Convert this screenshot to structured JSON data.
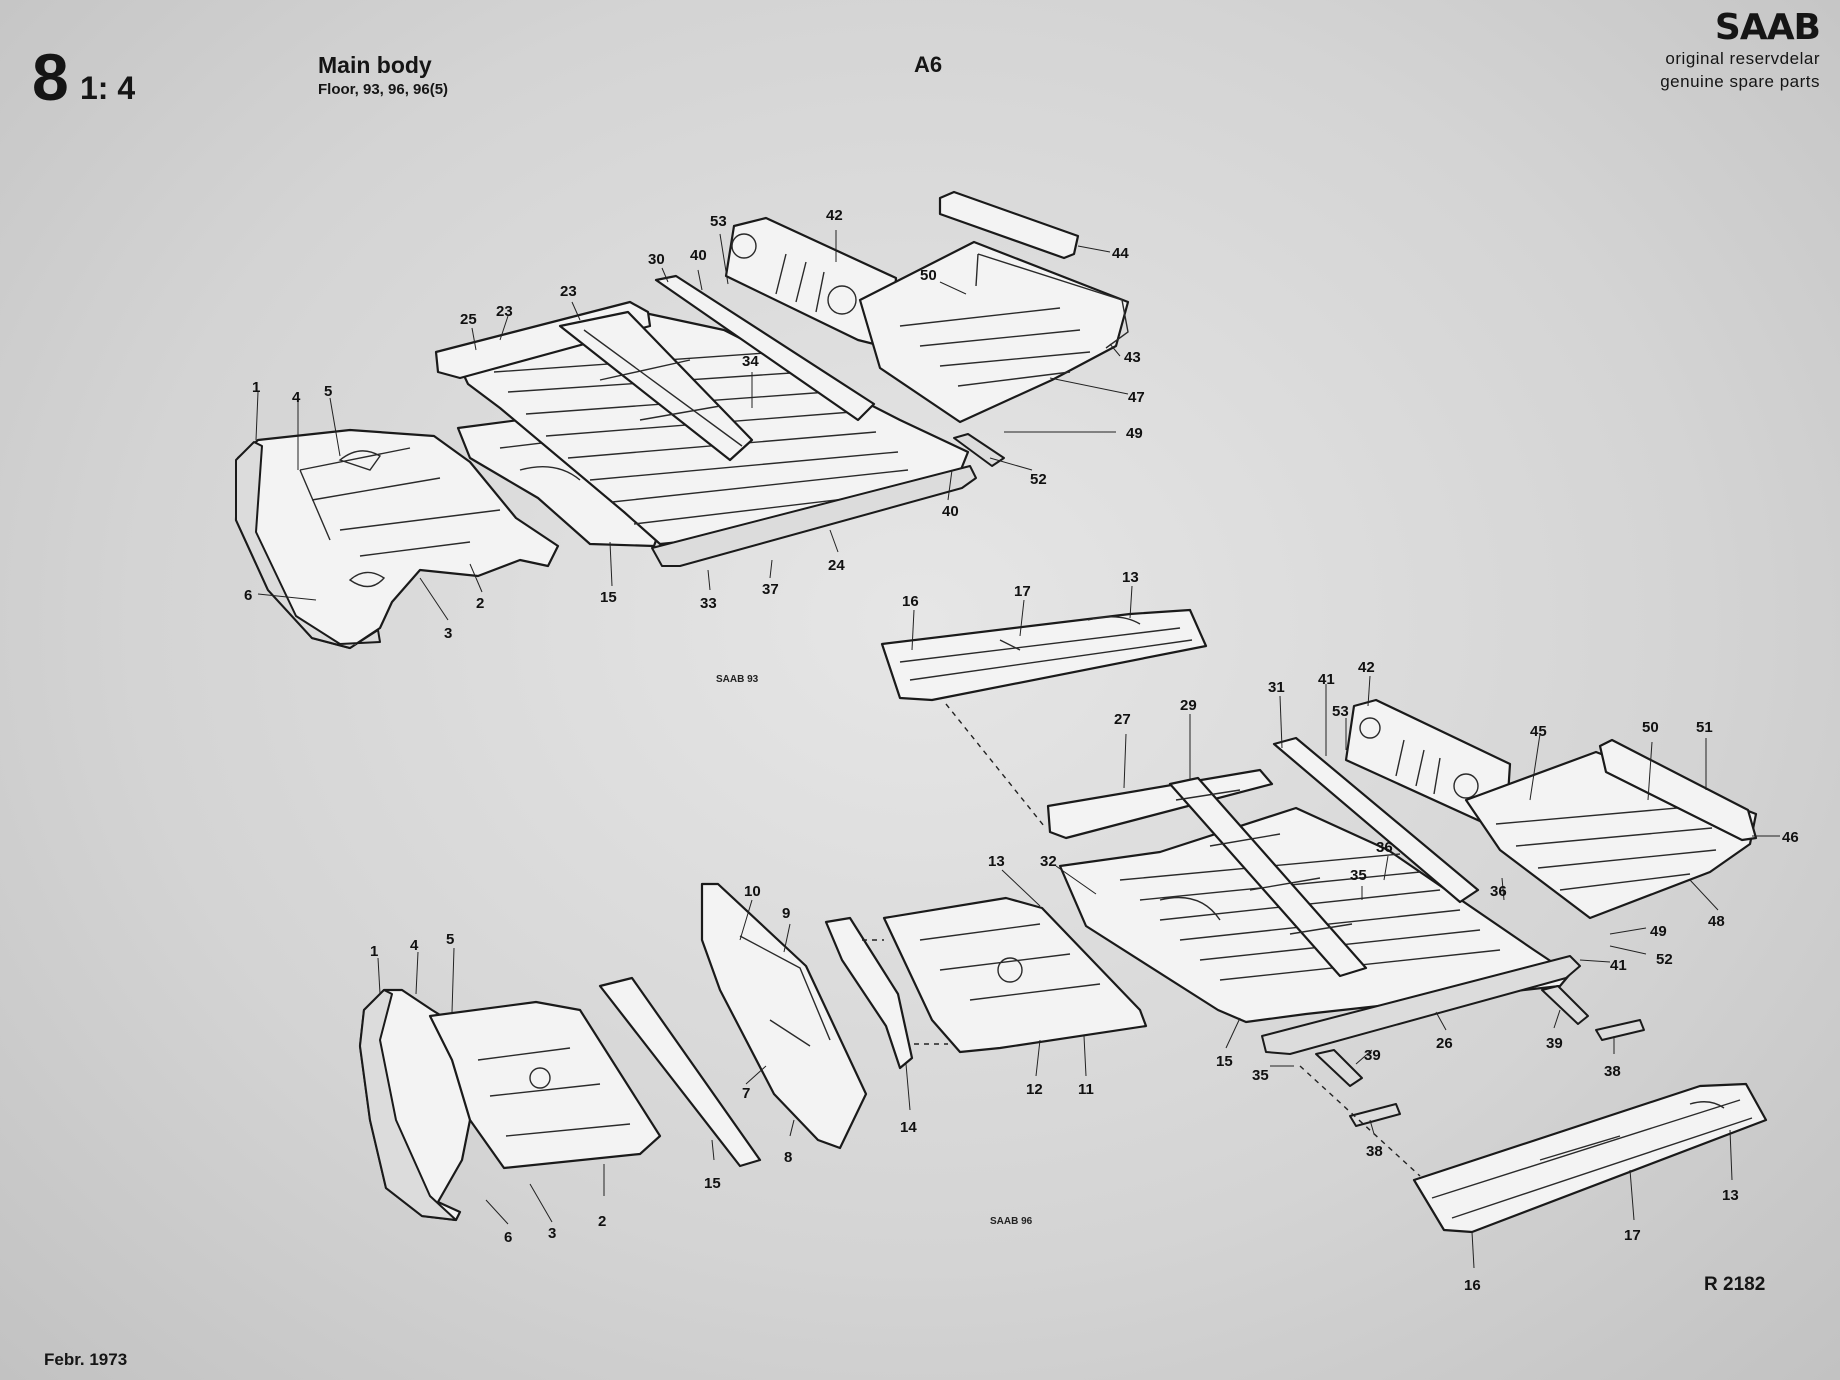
{
  "header": {
    "section_number": "8",
    "scale": "1: 4",
    "title": "Main body",
    "subtitle": "Floor, 93, 96, 96(5)",
    "page_code": "A6"
  },
  "brand": {
    "logo": "SAAB",
    "line1": "original reservdelar",
    "line2": "genuine spare parts"
  },
  "assemblies": [
    {
      "caption": "SAAB 93",
      "callouts": [
        "1",
        "4",
        "5",
        "6",
        "3",
        "2",
        "15",
        "33",
        "37",
        "24",
        "40",
        "52",
        "49",
        "47",
        "43",
        "44",
        "42",
        "53",
        "40",
        "30",
        "23",
        "23",
        "25",
        "50",
        "34"
      ]
    },
    {
      "caption": "SAAB 96",
      "callouts": [
        "16",
        "17",
        "13",
        "27",
        "29",
        "31",
        "41",
        "53",
        "42",
        "45",
        "50",
        "51",
        "46",
        "48",
        "49",
        "52",
        "41",
        "36",
        "36",
        "35",
        "32",
        "13",
        "10",
        "9",
        "1",
        "4",
        "5",
        "6",
        "3",
        "2",
        "15",
        "7",
        "8",
        "14",
        "12",
        "11",
        "15",
        "26",
        "35",
        "39",
        "39",
        "38",
        "38",
        "16",
        "17",
        "13"
      ]
    }
  ],
  "footer": {
    "ref_code": "R 2182",
    "date": "Febr.  1973"
  }
}
